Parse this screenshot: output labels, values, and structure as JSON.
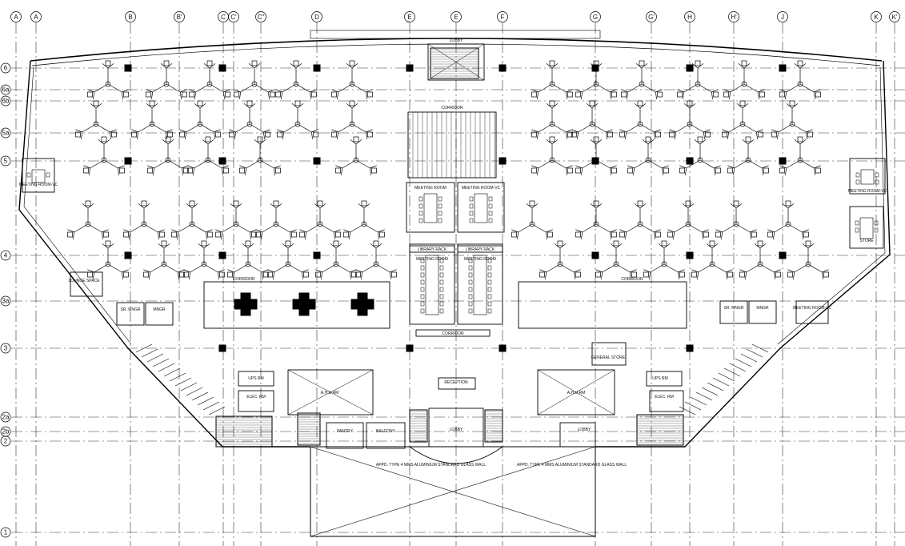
{
  "grid": {
    "cols": [
      "A",
      "A",
      "B",
      "B'",
      "C",
      "C'",
      "C''",
      "D",
      "E",
      "E",
      "F",
      "G",
      "G'",
      "H",
      "H'",
      "J",
      "K",
      "K'"
    ],
    "rows": [
      "6",
      "6a",
      "6b",
      "5a",
      "5",
      "4",
      "3a",
      "3",
      "2a",
      "2b",
      "2",
      "1"
    ]
  },
  "rooms": {
    "lobby_top": "LOBBY",
    "meeting_room_1": "MEETING ROOM",
    "meeting_room_2": "MEETING ROOM-VC",
    "meeting_room_3": "MEETING ROOM",
    "meeting_room_4": "MEETING ROOM",
    "library_rack_l": "LIBRARY RACK",
    "library_rack_r": "LIBRARY RACK",
    "corridor_top": "CORRIDOR",
    "corridor_mid": "CORRIDOR",
    "corridor_left": "CORRIDOR",
    "corridor_right": "CORRIDOR",
    "lounge_space": "LOUNGE SPACE",
    "ahu_left": "A.H.U RM",
    "ahu_right": "A.H.U RM",
    "pantry": "PANTRY",
    "balcony": "BALCONY",
    "lobby_bottom_l": "LOBBY",
    "lobby_bottom_r": "LOBBY",
    "elec_left": "ELEC. RM",
    "elec_right": "ELEC. RM",
    "general_store": "GENERAL STORE",
    "ups_left": "UPS RM",
    "ups_right": "UPS RM",
    "sr_manager": "SR. MNGR",
    "manager": "MNGR",
    "reception": "RECEPTION",
    "meeting_room_vc_left": "MEETING ROOM-VC",
    "meeting_room_vc_right": "MEETING ROOM-VC",
    "store": "STORE"
  },
  "notes": {
    "glass_left": "APPD. TYPE 4 MMS ALUMINIUM\nSTANDARD GLASS WALL",
    "glass_right": "APPD. TYPE 4 MMS ALUMINIUM\nSTANDARD GLASS WALL"
  }
}
